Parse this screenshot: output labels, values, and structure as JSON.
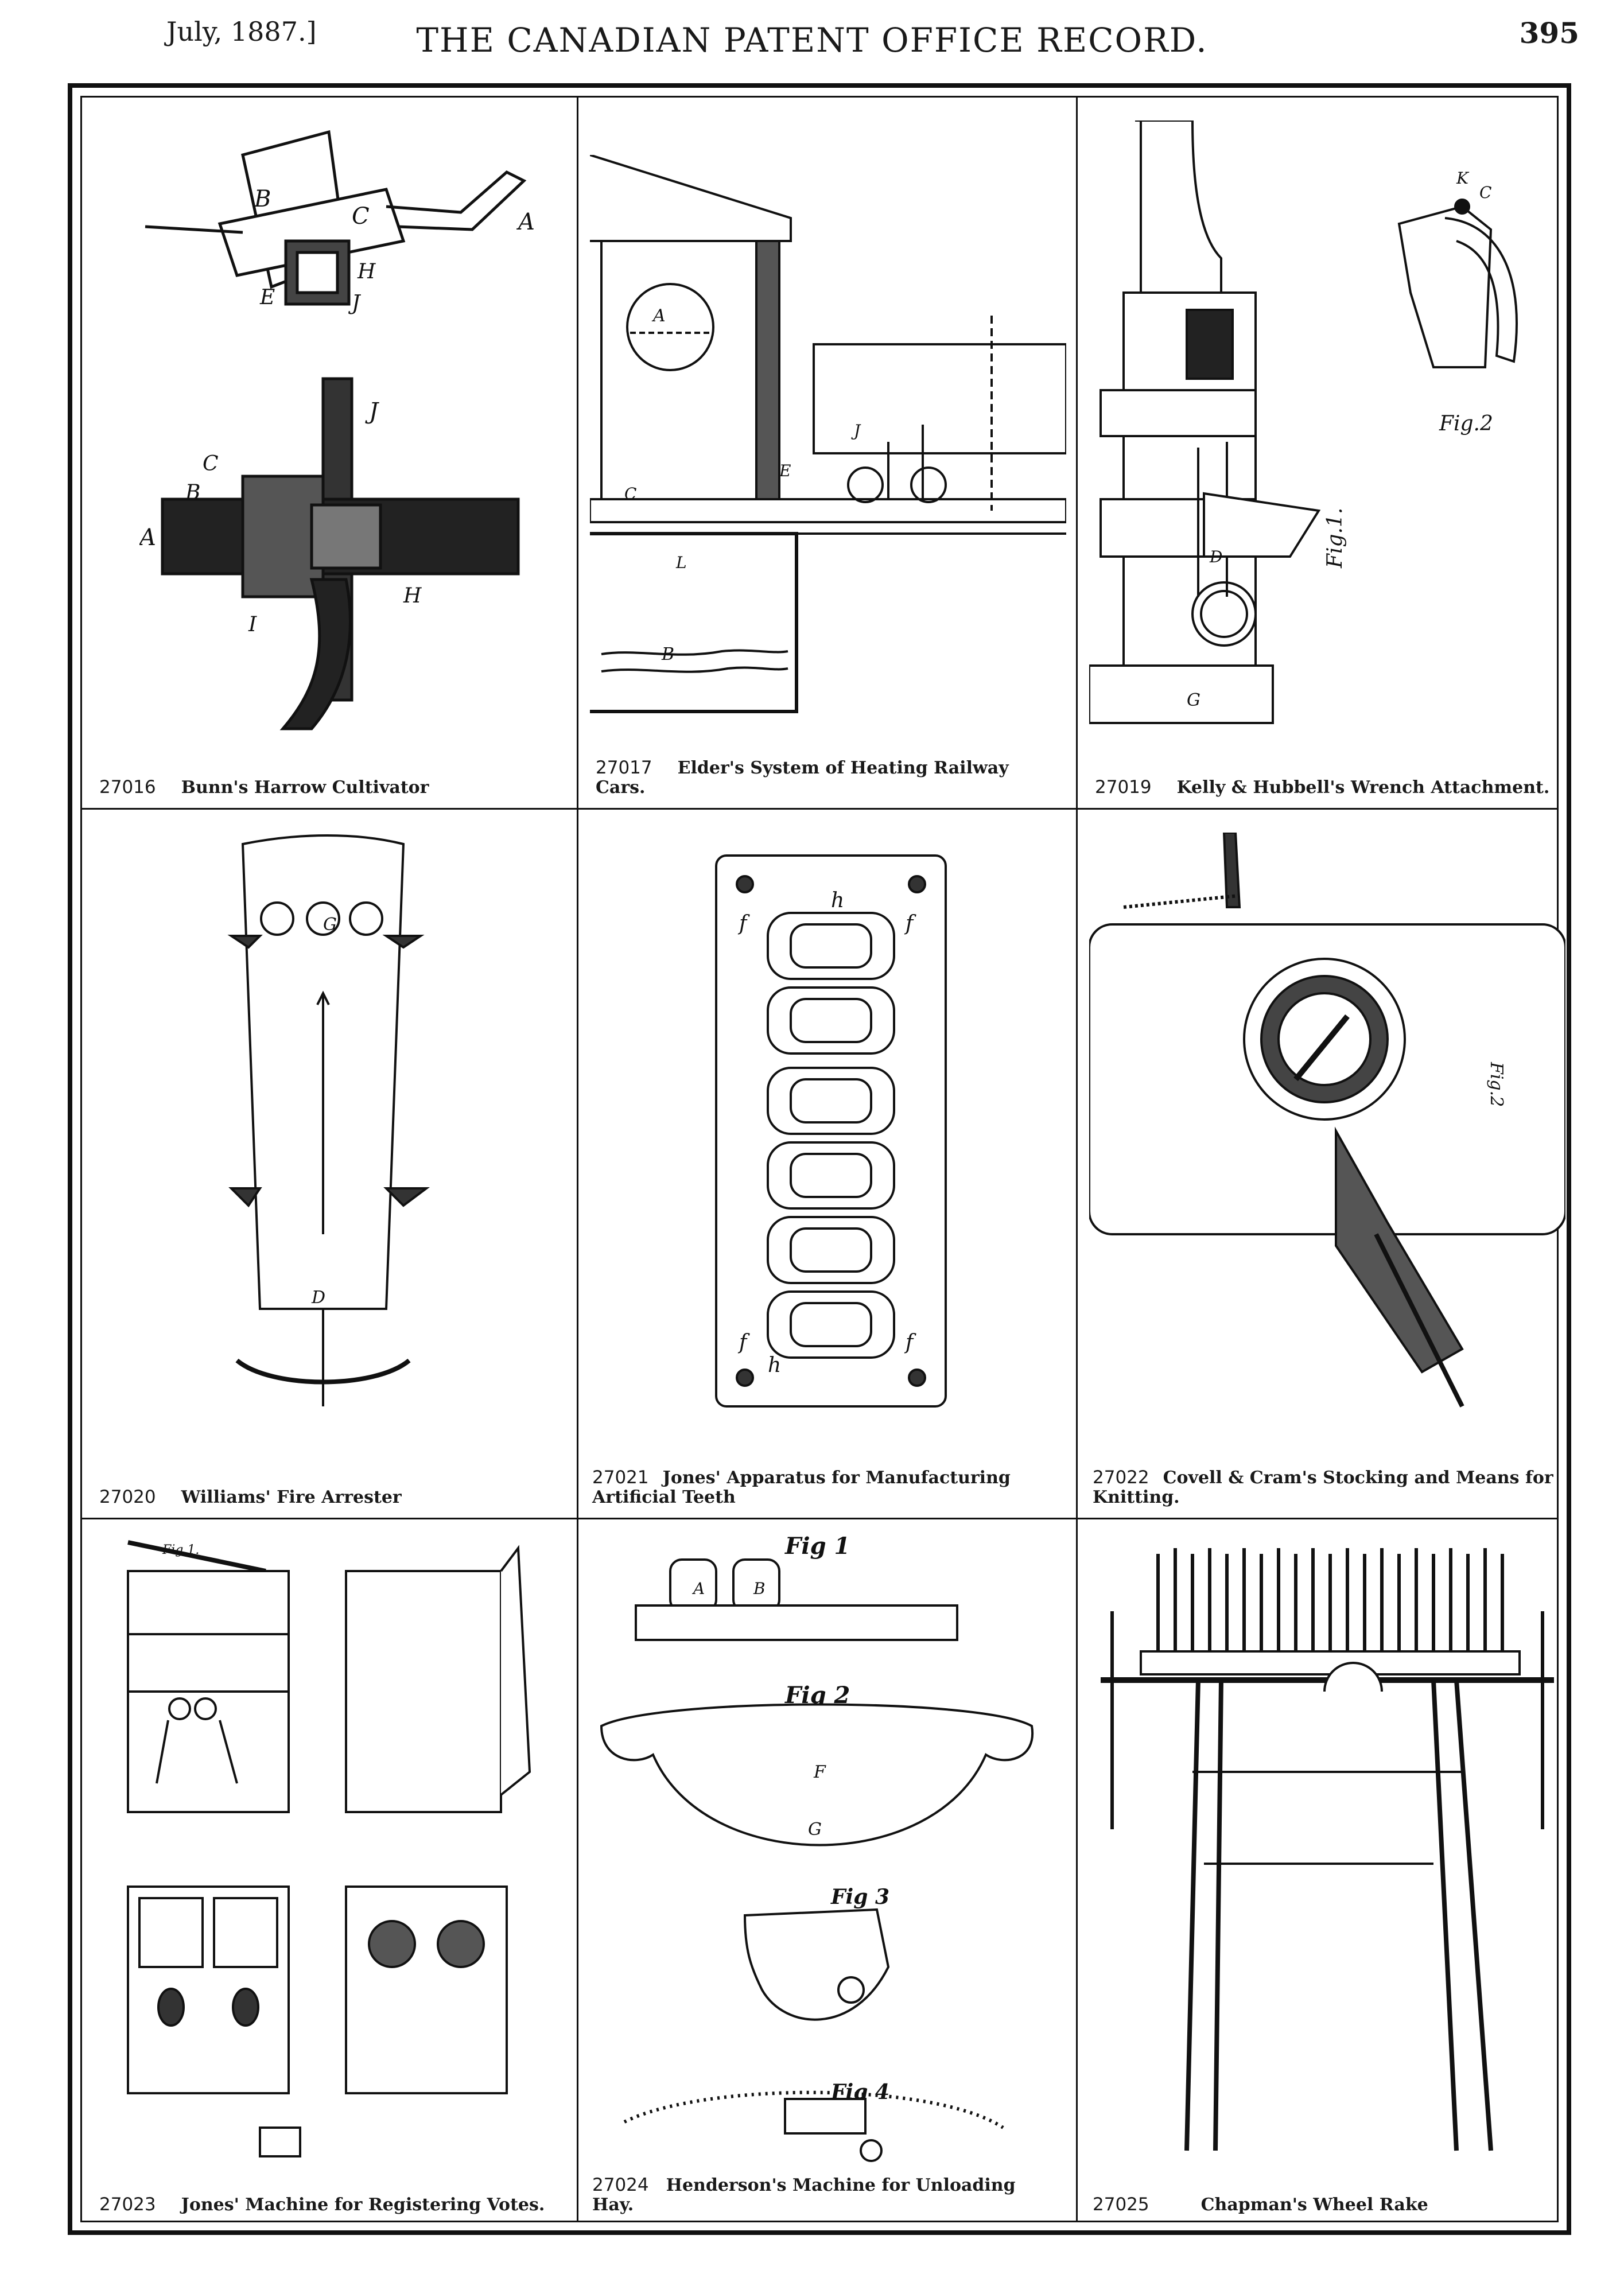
{
  "header": {
    "date": "July, 1887.]",
    "title": "THE CANADIAN PATENT OFFICE RECORD.",
    "page_number": "395"
  },
  "patents": [
    {
      "number": "27016",
      "title": "Bunn's Harrow Cultivator"
    },
    {
      "number": "27017",
      "title": "Elder's System of Heating Railway Cars."
    },
    {
      "number": "27019",
      "title": "Kelly & Hubbell's Wrench Attachment."
    },
    {
      "number": "27020",
      "title": "Williams' Fire Arrester"
    },
    {
      "number": "27021",
      "title": "Jones' Apparatus for Manufacturing Artificial Teeth"
    },
    {
      "number": "27022",
      "title": "Covell & Cram's Stocking and Means for Knitting."
    },
    {
      "number": "27023",
      "title": "Jones' Machine for Registering Votes."
    },
    {
      "number": "27024",
      "title": "Henderson's Machine for Unloading Hay."
    },
    {
      "number": "27025",
      "title": "Chapman's Wheel Rake"
    }
  ],
  "figure_labels": {
    "fig1": "Fig.1.",
    "fig2": "Fig.2",
    "kelly_fig1": "Fig.1.",
    "kelly_fig2": "Fig.2",
    "hay_fig1": "Fig 1",
    "hay_fig2": "Fig 2",
    "hay_fig3": "Fig 3",
    "hay_fig4": "Fig 4"
  }
}
